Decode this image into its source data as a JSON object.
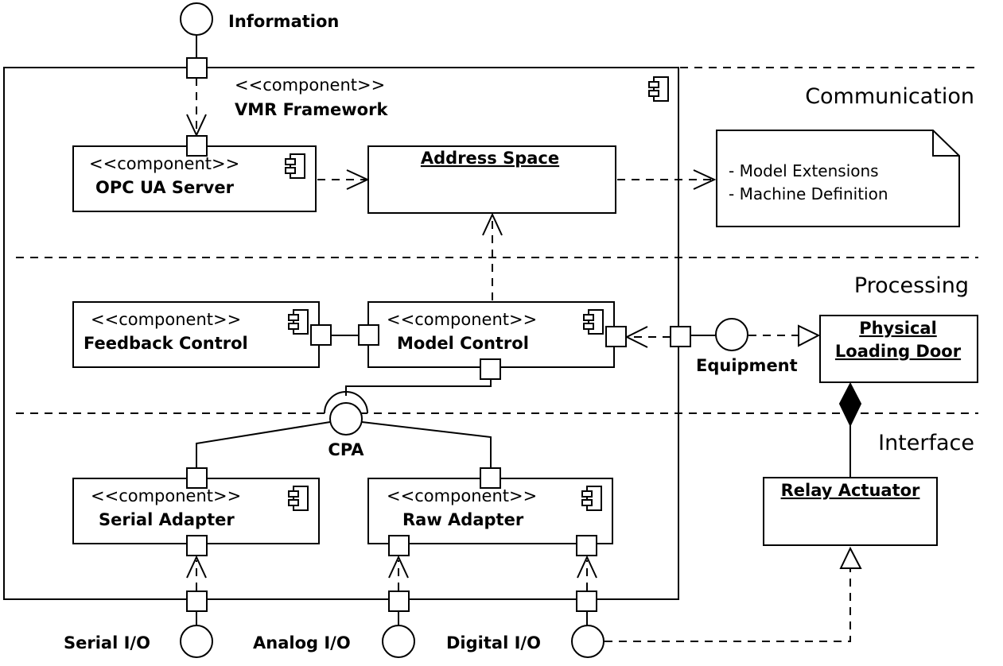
{
  "diagram": {
    "type": "UML component diagram",
    "stereotype": "<<component>>",
    "framework": {
      "name": "VMR Framework"
    },
    "layers": [
      {
        "id": "communication",
        "label": "Communication"
      },
      {
        "id": "processing",
        "label": "Processing"
      },
      {
        "id": "interface",
        "label": "Interface"
      }
    ],
    "components": {
      "opc_ua_server": "OPC UA Server",
      "feedback_control": "Feedback Control",
      "model_control": "Model Control",
      "serial_adapter": "Serial Adapter",
      "raw_adapter": "Raw Adapter"
    },
    "objects": {
      "address_space": "Address Space",
      "physical_loading_door_line1": "Physical",
      "physical_loading_door_line2": "Loading Door",
      "relay_actuator": "Relay Actuator"
    },
    "note": {
      "line1": "- Model Extensions",
      "line2": "- Machine Definition"
    },
    "interfaces": {
      "information": "Information",
      "equipment": "Equipment",
      "cpa": "CPA",
      "serial_io": "Serial I/O",
      "analog_io": "Analog I/O",
      "digital_io": "Digital I/O"
    }
  }
}
